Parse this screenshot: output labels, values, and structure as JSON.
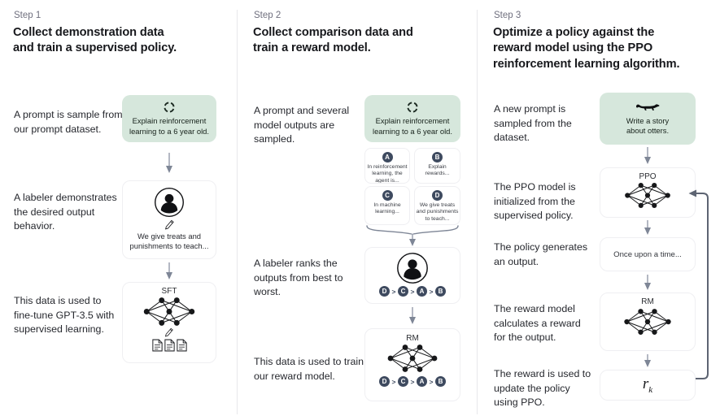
{
  "colors": {
    "prompt_box_bg": "#d6e7dc",
    "badge_bg": "#3e4a5f",
    "arrow": "#8a92a2",
    "divider": "#e8e8eb"
  },
  "steps": [
    {
      "label": "Step 1",
      "title": "Collect demonstration data and train a supervised policy.",
      "captions": {
        "prompt": "A prompt is sample from our prompt dataset.",
        "labeler": "A labeler demonstrates the desired output behavior.",
        "data_use": "This data is used to fine-tune GPT-3.5 with supervised learning."
      },
      "prompt_box": {
        "icon": "cycle-icon",
        "text": "Explain reinforcement learning to a 6 year old."
      },
      "labeler_card": {
        "icon": "labeler-icon",
        "note": "We give treats and punishments to teach..."
      },
      "model_card": {
        "label": "SFT"
      }
    },
    {
      "label": "Step 2",
      "title": "Collect comparison data and train a reward model.",
      "captions": {
        "prompt": "A prompt and several model outputs are sampled.",
        "labeler": "A labeler ranks the outputs from best to worst.",
        "data_use": "This data is used to train our reward model."
      },
      "prompt_box": {
        "icon": "cycle-icon",
        "text": "Explain reinforcement learning to a 6 year old."
      },
      "outputs": [
        {
          "id": "A",
          "text": "In reinforcement learning, the agent is..."
        },
        {
          "id": "B",
          "text": "Explain rewards..."
        },
        {
          "id": "C",
          "text": "In machine learning..."
        },
        {
          "id": "D",
          "text": "We give treats and punishments to teach..."
        }
      ],
      "ranking": {
        "first": "D",
        "second": "C",
        "third": "A",
        "fourth": "B",
        "separator": ">"
      },
      "model_card": {
        "label": "RM"
      }
    },
    {
      "label": "Step 3",
      "title": "Optimize a policy against the reward model using the PPO reinforcement learning algorithm.",
      "captions": {
        "prompt": "A new prompt is sampled from the dataset.",
        "ppo_init": "The PPO model is initialized from the supervised policy.",
        "policy_output": "The policy generates an output.",
        "reward_calc": "The reward model calculates a reward for the output.",
        "reward_update": "The reward is used to update the policy using PPO."
      },
      "prompt_box": {
        "icon": "otter-icon",
        "text": "Write a story about otters."
      },
      "ppo_card": {
        "label": "PPO"
      },
      "output_card": {
        "text": "Once upon a time..."
      },
      "rm_card": {
        "label": "RM"
      },
      "reward_card": {
        "base": "r",
        "subscript": "k"
      }
    }
  ]
}
